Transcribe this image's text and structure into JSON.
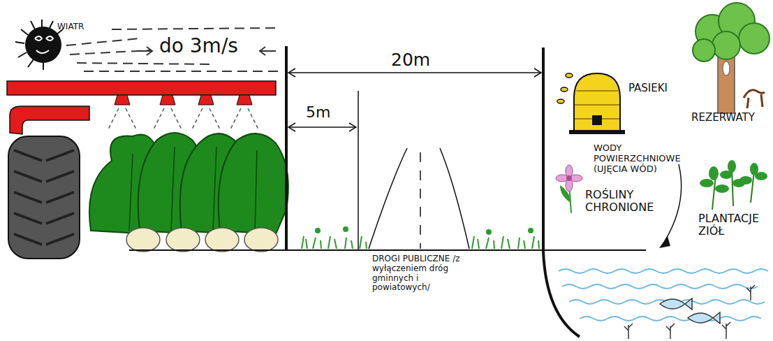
{
  "diagram": {
    "labels": [
      "WIATR",
      "do 3m/s",
      "20m",
      "5m",
      "PASIEKI",
      "REZERWATY",
      "WODY POWIERZCHNIOWE (UJĘCIA WÓD)",
      "ROŚLINY CHRONIONE",
      "PLANTACJE ZIÓŁ",
      "DROGI PUBLICZNE /z wyłączeniem dróg gminnych i powiatowych/"
    ]
  }
}
